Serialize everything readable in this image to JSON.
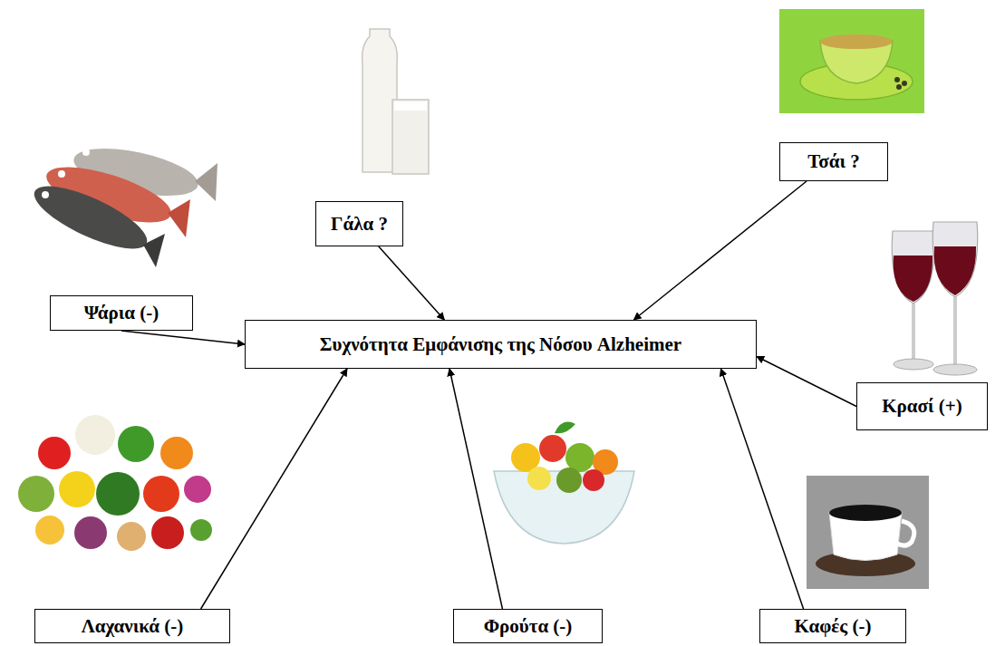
{
  "diagram": {
    "nodes": [
      {
        "text": [
          "Τσάι ?"
        ]
      },
      {
        "text": [
          "Γάλα ?"
        ]
      },
      {
        "text": [
          "Ψάρια (-)"
        ]
      },
      {
        "text": [
          "Συχνότητα Εμφάνισης της Νόσου Alzheimer"
        ]
      },
      {
        "text": [
          "Κρασί (+)"
        ]
      },
      {
        "text": [
          "Λαχανικά (-)"
        ]
      },
      {
        "text": [
          "Φρούτα (-)"
        ]
      },
      {
        "text": [
          "Καφές (-)"
        ]
      }
    ],
    "edges": [
      {
        "from": 0,
        "to": 3,
        "arrow": "to"
      },
      {
        "from": 1,
        "to": 3,
        "arrow": "to"
      },
      {
        "from": 2,
        "to": 3,
        "arrow": "to"
      },
      {
        "from": 4,
        "to": 3,
        "arrow": "to"
      },
      {
        "from": 5,
        "to": 3,
        "arrow": "to"
      },
      {
        "from": 6,
        "to": 3,
        "arrow": "to"
      },
      {
        "from": 7,
        "to": 3,
        "arrow": "to"
      }
    ]
  }
}
